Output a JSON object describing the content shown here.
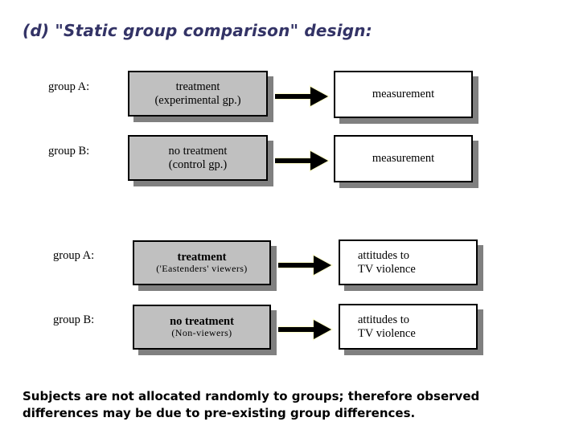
{
  "slide": {
    "title": "(d) \"Static group comparison\" design:",
    "title_color": "#333366",
    "background": "#ffffff"
  },
  "style_colors": {
    "box_fill_gray": "#c0c0c0",
    "box_fill_white": "#ffffff",
    "box_border": "#000000",
    "shadow": "#808080",
    "arrow_fill": "#000000",
    "arrow_outline": "#ffffcc"
  },
  "diagram": {
    "rows": [
      {
        "group_label": "group A:",
        "treatment": {
          "line1": "treatment",
          "line2": "(experimental gp.)",
          "fill": "gray"
        },
        "arrow": "arrow-right",
        "outcome": {
          "line1": "measurement",
          "line2": "",
          "fill": "white"
        }
      },
      {
        "group_label": "group B:",
        "treatment": {
          "line1": "no treatment",
          "line2": "(control gp.)",
          "fill": "gray"
        },
        "arrow": "arrow-right",
        "outcome": {
          "line1": "measurement",
          "line2": "",
          "fill": "white"
        }
      },
      {
        "group_label": "group A:",
        "treatment": {
          "line1": "treatment",
          "line2": "('Eastenders' viewers)",
          "fill": "gray"
        },
        "arrow": "arrow-right",
        "outcome": {
          "line1": "attitudes to",
          "line2": "TV violence",
          "fill": "white"
        }
      },
      {
        "group_label": "group B:",
        "treatment": {
          "line1": "no treatment",
          "line2": "(Non-viewers)",
          "fill": "gray"
        },
        "arrow": "arrow-right",
        "outcome": {
          "line1": "attitudes to",
          "line2": "TV violence",
          "fill": "white"
        }
      }
    ]
  },
  "caption": {
    "line1": "Subjects are not allocated randomly to groups; therefore observed",
    "line2": "differences may be due to pre-existing group differences."
  }
}
